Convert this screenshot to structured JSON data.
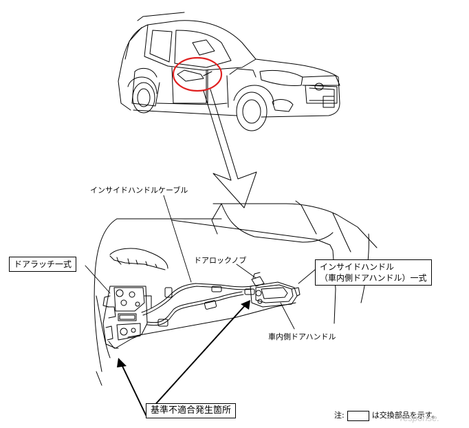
{
  "labels": {
    "cable": "インサイドハンドルケーブル",
    "latch": "ドアラッチ一式",
    "lock_knob": "ドアロックノブ",
    "inside_handle_line1": "インサイドハンドル",
    "inside_handle_line2": "（車内側ドアハンドル）一式",
    "interior_handle": "車内側ドアハンドル",
    "nonconformity": "基準不適合発生箇所"
  },
  "note": {
    "prefix": "注:",
    "suffix": "は交換部品を示す。"
  },
  "watermark": "response.",
  "colors": {
    "highlight_circle": "#e02020",
    "line": "#000000"
  }
}
